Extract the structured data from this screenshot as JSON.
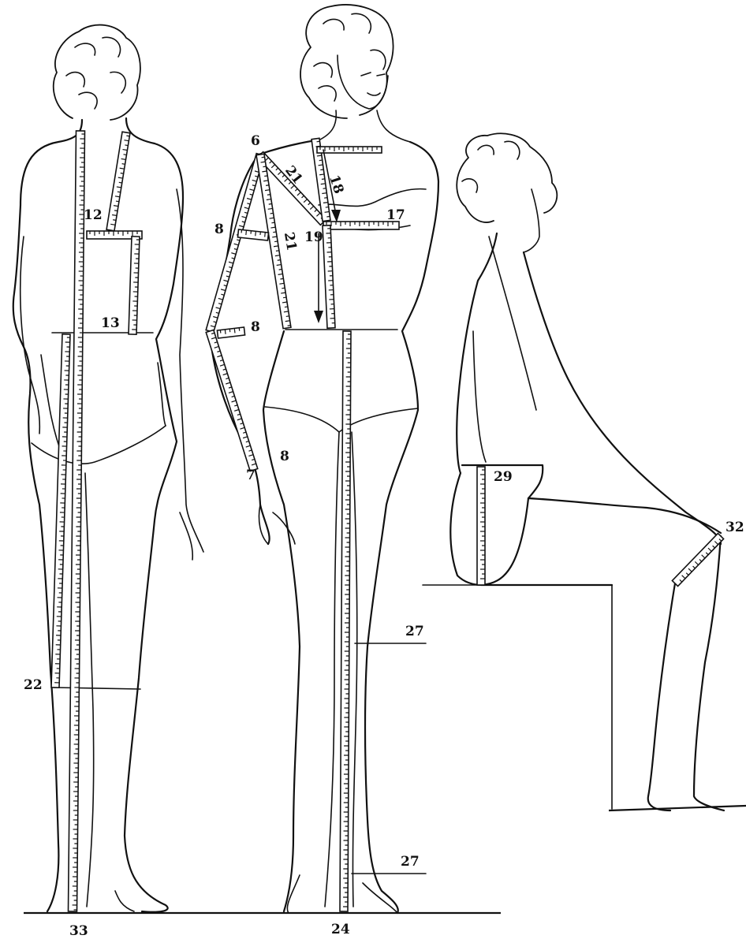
{
  "figure": {
    "description_free": true,
    "labels": {
      "m6": "6",
      "m7": "7",
      "m8a": "8",
      "m8b": "8",
      "m8c": "8",
      "m12": "12",
      "m13": "13",
      "m17": "17",
      "m18": "18",
      "m19": "19",
      "m21a": "21",
      "m21b": "21",
      "m22": "22",
      "m24": "24",
      "m27a": "27",
      "m27b": "27",
      "m29": "29",
      "m32": "32",
      "m33": "33"
    }
  },
  "colors": {
    "ink": "#111111",
    "paper": "#ffffff"
  },
  "icons": {
    "back_figure": "standing-woman-back-view-icon",
    "front_figure": "standing-woman-front-view-icon",
    "seated_figure": "seated-woman-side-view-icon",
    "tape": "measuring-tape-icon"
  }
}
